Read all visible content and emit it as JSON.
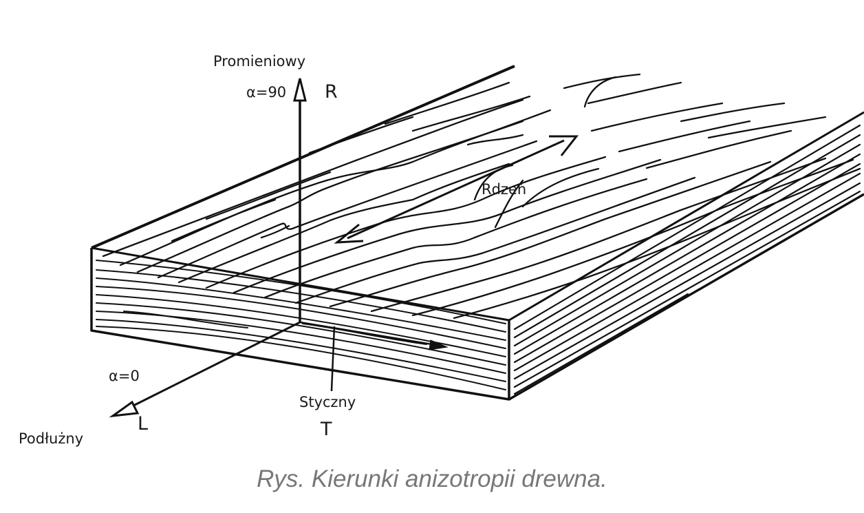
{
  "labels": {
    "radial_axis": "Promieniowy",
    "radial_angle": "α=90",
    "radial_letter": "R",
    "core": "Rdzeń",
    "longitudinal_angle": "α=0",
    "longitudinal_axis": "Podłużny",
    "longitudinal_letter": "L",
    "tangential_axis": "Styczny",
    "tangential_letter": "T"
  },
  "caption": "Rys. Kierunki anizotropii drewna.",
  "colors": {
    "ink": "#111111",
    "caption": "#777777",
    "background": "#ffffff"
  }
}
